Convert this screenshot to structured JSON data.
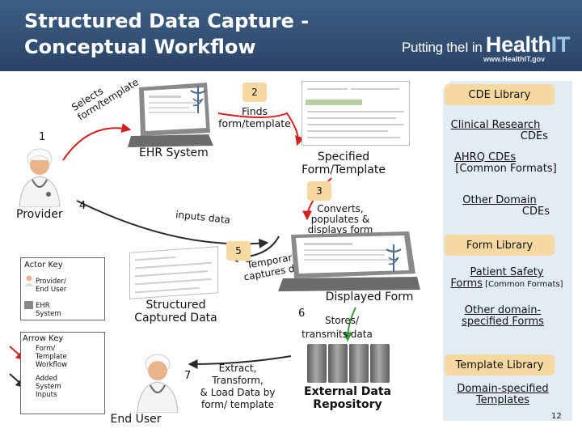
{
  "title_line1": "Structured Data Capture -",
  "title_line2": "Conceptual Workflow",
  "brand": {
    "prefix": "Putting the",
    "i": "I",
    "in": " in ",
    "health": "Health",
    "it": "IT",
    "url": "www.HealthIT.gov"
  },
  "steps": {
    "s1": "1",
    "s2": "2",
    "s3": "3",
    "s4": "4",
    "s5": "5",
    "s6": "6",
    "s7": "7"
  },
  "labels": {
    "provider": "Provider",
    "selects": "Selects",
    "form_template": "form/template",
    "ehr_system": "EHR System",
    "finds_1": "Finds",
    "finds_2": "form/template",
    "specified_1": "Specified",
    "specified_2": "Form/Template",
    "converts_1": "Converts,",
    "converts_2": "populates &",
    "converts_3": "displays form",
    "inputs_data": "inputs data",
    "temporarily_1": "Temporarily",
    "temporarily_2": "captures  data",
    "displayed_form": "Displayed Form",
    "structured_1": "Structured",
    "structured_2": "Captured Data",
    "stores_1": "Stores/",
    "stores_2": "transmits data",
    "extract_1": "Extract,",
    "extract_2": "Transform,",
    "extract_3": "& Load Data by",
    "extract_4": "form/ template",
    "external_1": "External Data",
    "external_2": "Repository",
    "end_user": "End User"
  },
  "legend": {
    "actor_key": "Actor Key",
    "provider_enduser_1": "Provider/",
    "provider_enduser_2": "End User",
    "ehr_1": "EHR",
    "ehr_2": "System",
    "arrow_key": "Arrow Key",
    "form_wf_1": "Form/",
    "form_wf_2": "Template",
    "form_wf_3": "Workflow",
    "added_1": "Added",
    "added_2": "System",
    "added_3": "Inputs"
  },
  "library": {
    "cde_library": "CDE Library",
    "clinical_1": "Clinical Research",
    "clinical_2": "CDEs",
    "ahrq_1": "AHRQ CDEs",
    "ahrq_2": "[Common Formats]",
    "other_domain_1": "Other Domain",
    "other_domain_2": "CDEs",
    "form_library": "Form Library",
    "patient_1": "Patient Safety",
    "patient_2a": "Forms",
    "patient_2b": " [Common Formats]",
    "other_forms_1": "Other domain-",
    "other_forms_2": "specified Forms",
    "template_library": "Template Library",
    "domain_tpl_1": "Domain-specified",
    "domain_tpl_2": "Templates"
  },
  "page_number": "12",
  "colors": {
    "header": "#2f4c72",
    "badge": "#f6d9a0",
    "arrow": "#d42020",
    "panel": "#dce6f1"
  }
}
